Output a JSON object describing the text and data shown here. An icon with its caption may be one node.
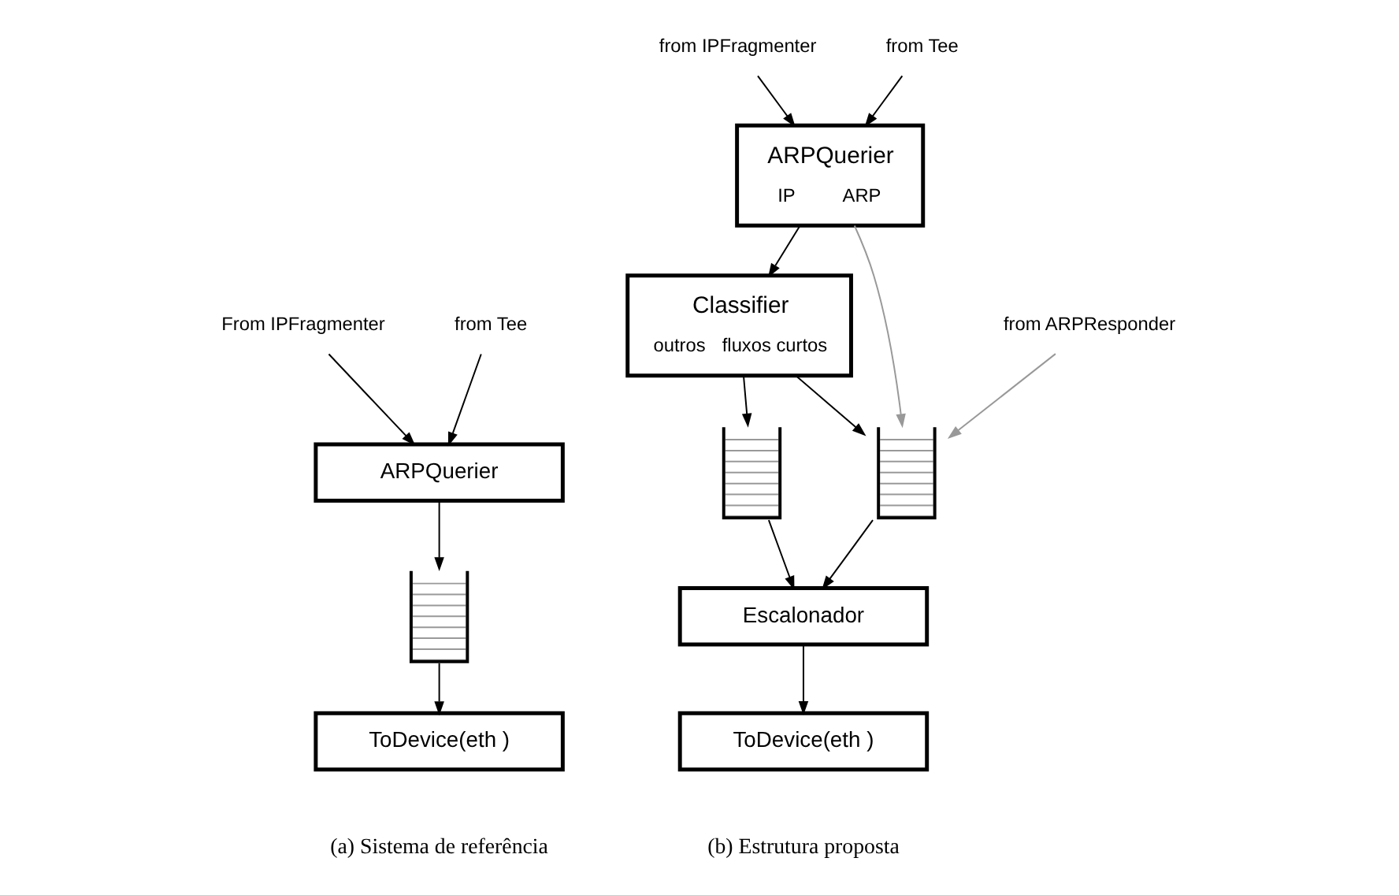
{
  "diagram": {
    "nodes": [
      {
        "text": [
          "From IPFragmenter"
        ]
      },
      {
        "text": [
          "from Tee"
        ]
      },
      {
        "text": [
          "ARPQuerier"
        ]
      },
      {
        "text": [],
        "shape": "queue"
      },
      {
        "text": [
          "ToDevice(eth )"
        ]
      },
      {
        "text": [
          "from IPFragmenter"
        ]
      },
      {
        "text": [
          "from Tee"
        ]
      },
      {
        "text": [
          "ARPQuerier",
          "IP",
          "ARP"
        ]
      },
      {
        "text": [
          "Classifier",
          "outros",
          "fluxos curtos"
        ]
      },
      {
        "text": [
          "from ARPResponder"
        ]
      },
      {
        "text": [],
        "shape": "queue"
      },
      {
        "text": [],
        "shape": "queue"
      },
      {
        "text": [
          "Escalonador"
        ]
      },
      {
        "text": [
          "ToDevice(eth )"
        ]
      }
    ],
    "edges": [
      {
        "from": 0,
        "to": 2,
        "arrow": "to"
      },
      {
        "from": 1,
        "to": 2,
        "arrow": "to"
      },
      {
        "from": 2,
        "to": 3,
        "arrow": "to"
      },
      {
        "from": 3,
        "to": 4,
        "arrow": "to"
      },
      {
        "from": 5,
        "to": 7,
        "arrow": "to"
      },
      {
        "from": 6,
        "to": 7,
        "arrow": "to"
      },
      {
        "from": 7,
        "to": 8,
        "arrow": "to"
      },
      {
        "from": 8,
        "to": 10,
        "arrow": "to"
      },
      {
        "from": 8,
        "to": 11,
        "arrow": "to"
      },
      {
        "from": 7,
        "to": 11,
        "arrow": "to",
        "color": "#999999"
      },
      {
        "from": 9,
        "to": 11,
        "arrow": "to",
        "color": "#999999"
      },
      {
        "from": 10,
        "to": 12,
        "arrow": "to"
      },
      {
        "from": 11,
        "to": 12,
        "arrow": "to"
      },
      {
        "from": 12,
        "to": 13,
        "arrow": "to"
      }
    ],
    "labels": [
      "(a) Sistema de referência",
      "(b) Estrutura proposta"
    ]
  }
}
